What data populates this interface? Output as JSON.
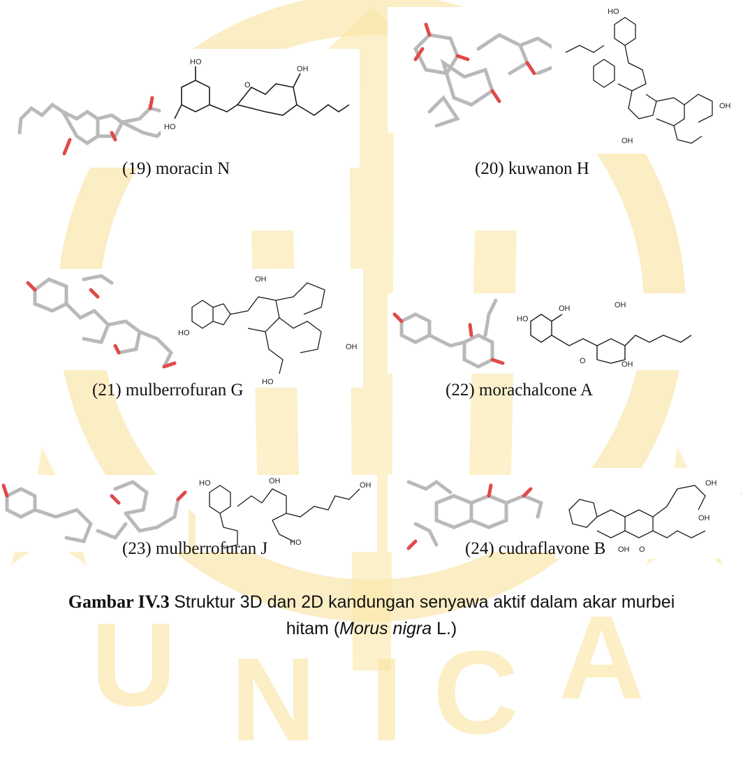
{
  "figures": [
    {
      "num": "(19)",
      "name": "moracin N"
    },
    {
      "num": "(20)",
      "name": "kuwanon H"
    },
    {
      "num": "(21)",
      "name": "mulberrofuran G"
    },
    {
      "num": "(22)",
      "name": "morachalcone A"
    },
    {
      "num": "(23)",
      "name": "mulberrofuran J"
    },
    {
      "num": "(24)",
      "name": "cudraflavone B"
    }
  ],
  "caption": {
    "label": "Gambar IV.3",
    "text": "Struktur 3D dan 2D kandungan senyawa aktif dalam akar murbei",
    "line2_prefix": "hitam (",
    "species": "Morus nigra",
    "line2_suffix": " L.)"
  },
  "atom_label": "OH",
  "atom_label_o": "O",
  "atom_label_ho": "HO",
  "colors": {
    "watermark": "#f6d36a",
    "bond3d": "#b9b9b9",
    "oxygen3d": "#e04a4a",
    "bond2d": "#1a1a1a"
  }
}
